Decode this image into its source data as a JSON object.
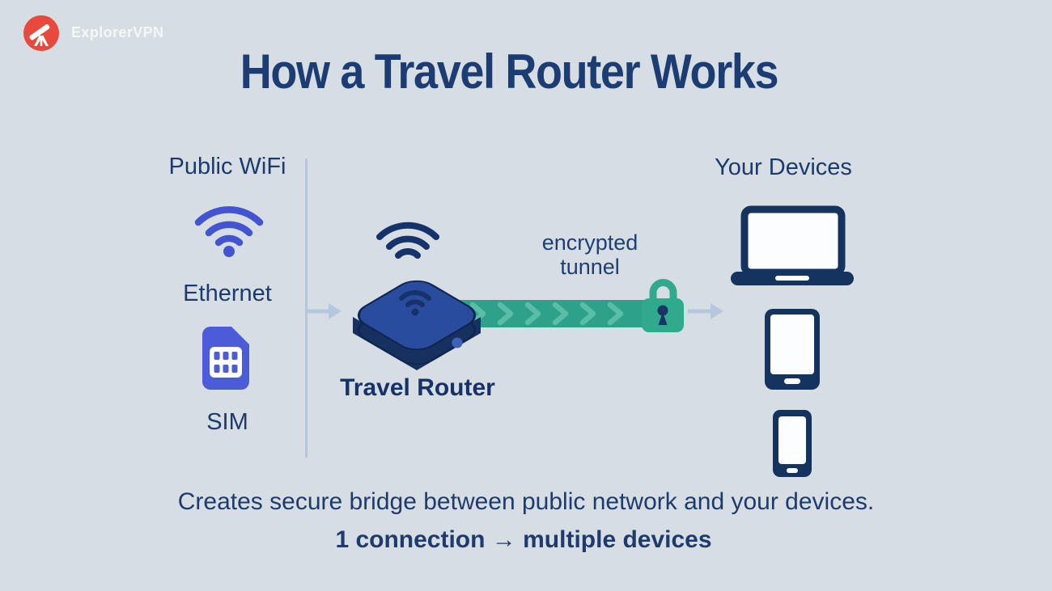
{
  "brand": {
    "name": "ExplorerVPN",
    "logo_icon": "telescope-icon"
  },
  "title": "How a Travel Router Works",
  "sources": {
    "public_wifi_label": "Public WiFi",
    "public_wifi_icon": "wifi-icon",
    "ethernet_label": "Ethernet",
    "sim_icon": "sim-card-icon",
    "sim_label": "SIM"
  },
  "router": {
    "label": "Travel Router",
    "icon": "travel-router-icon",
    "wifi_icon": "wifi-signal-icon"
  },
  "tunnel": {
    "label_line1": "encrypted",
    "label_line2": "tunnel",
    "lock_icon": "padlock-icon",
    "chevron_count": 6
  },
  "devices": {
    "heading": "Your Devices",
    "items": [
      "laptop-icon",
      "tablet-icon",
      "smartphone-icon"
    ]
  },
  "footer": {
    "line1": "Creates secure bridge between public network and your devices.",
    "line2": "1 connection → multiple devices"
  },
  "colors": {
    "background": "#d7dee3",
    "navy_text": "#1c3a70",
    "navy_icon": "#14335f",
    "royal_blue_icon": "#4254d2",
    "tunnel_green": "#2da189",
    "tunnel_chevron": "#5fc2aa",
    "lock_green": "#2faa8c",
    "light_blue_arrow": "#b5c7de",
    "divider": "#b7c5da",
    "logo_red": "#e8493c",
    "router_top_face": "#2a4c9e",
    "router_side_face": "#16305f"
  }
}
